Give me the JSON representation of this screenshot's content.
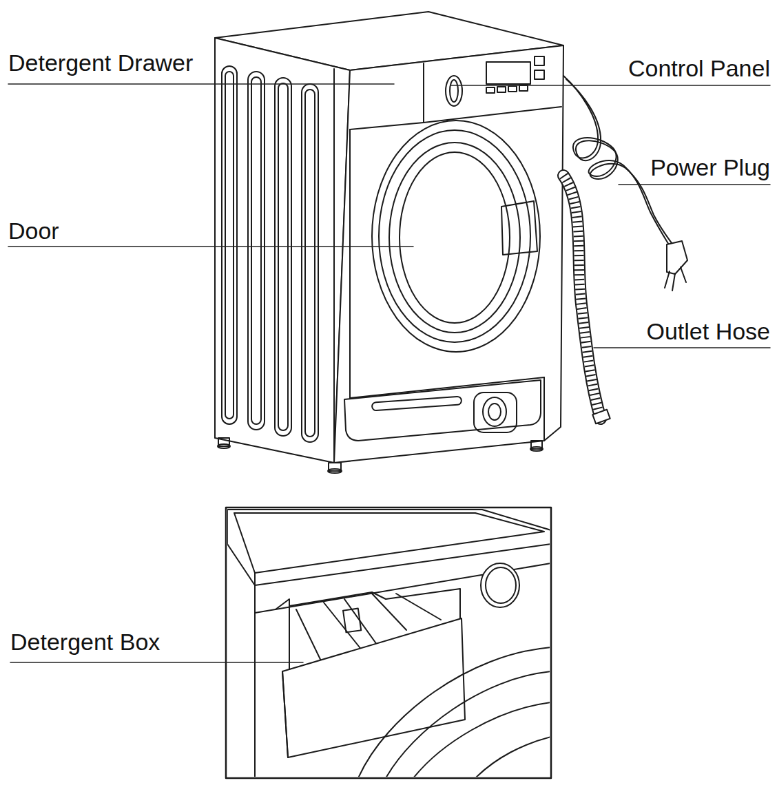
{
  "diagram": {
    "labels": [
      "Detergent Drawer",
      "Control Panel",
      "Power Plug",
      "Door",
      "Outlet Hose",
      "Detergent Box"
    ]
  }
}
